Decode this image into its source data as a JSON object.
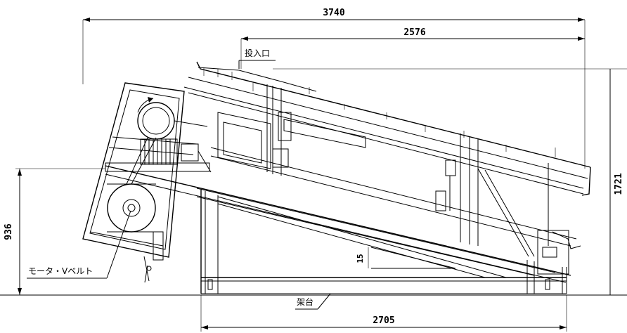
{
  "dimensions": {
    "overall_length": "3740",
    "hopper_length": "2576",
    "overall_height": "1721",
    "inlet_height": "936",
    "stand_length": "2705",
    "angle": "15"
  },
  "labels": {
    "inlet": "投入口",
    "motor": "モータ・Vベルト",
    "stand": "架台"
  }
}
